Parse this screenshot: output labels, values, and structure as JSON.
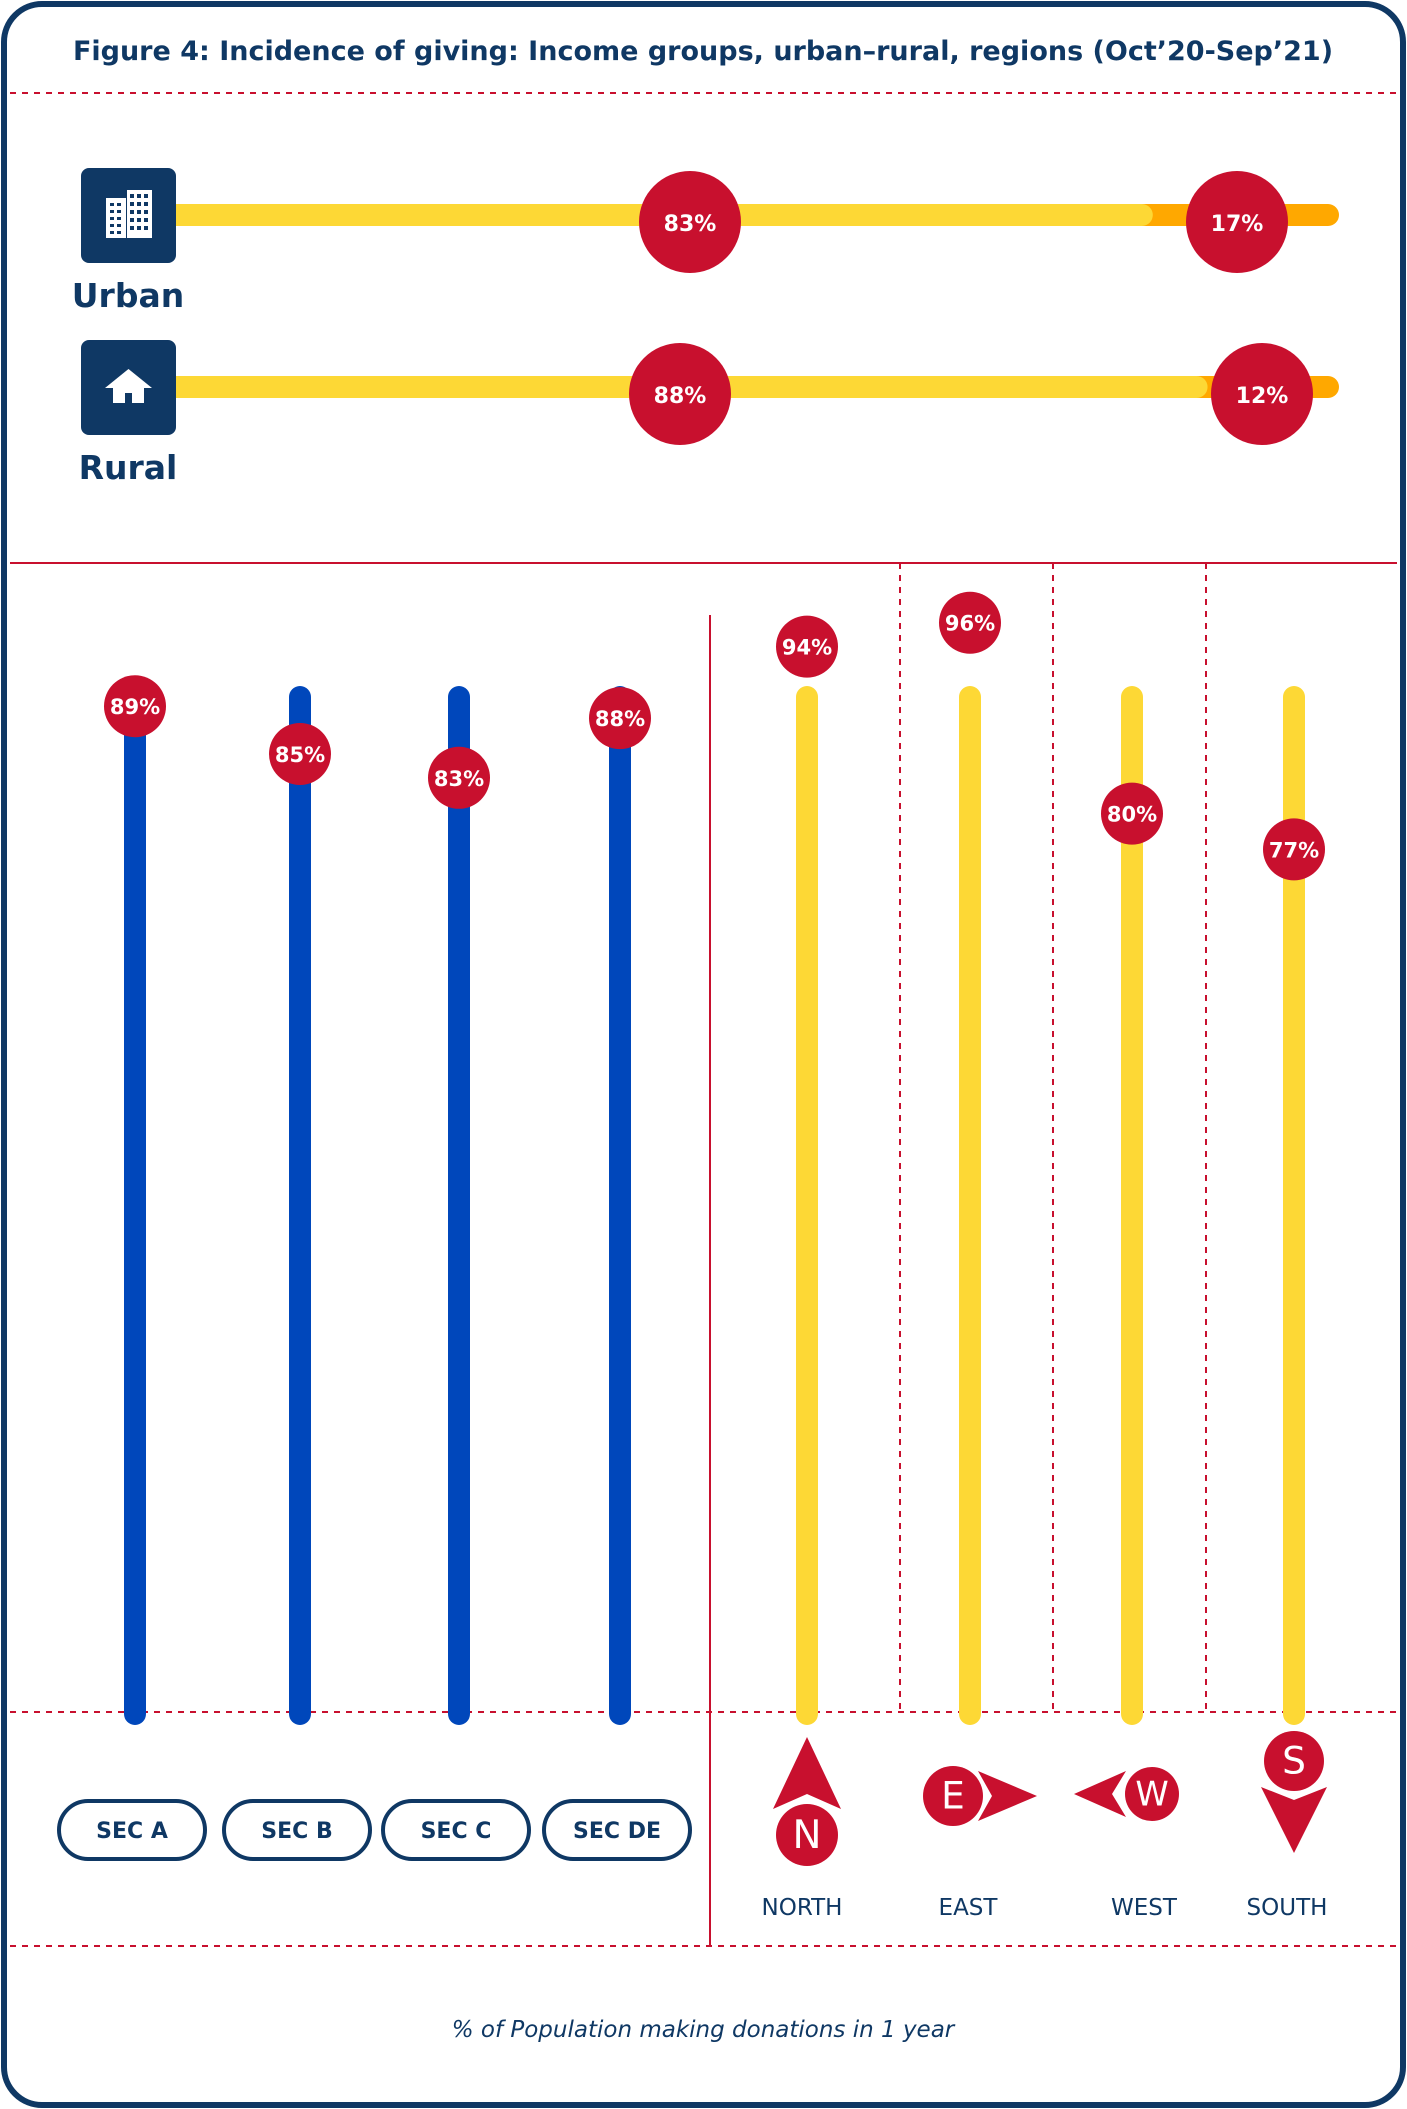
{
  "title": "Figure 4: Incidence of giving: Income groups, urban–rural, regions (Oct’20-Sep’21)",
  "footnote": "% of Population making donations in 1 year",
  "colors": {
    "navy": "#0f3864",
    "red": "#c8102e",
    "yellow": "#fdd835",
    "orange": "#ffa800",
    "blue": "#0047bb",
    "white": "#ffffff"
  },
  "chart_data": [
    {
      "type": "bar",
      "orientation": "horizontal-stacked",
      "categories": [
        "Urban",
        "Rural"
      ],
      "icons": [
        "building-icon",
        "house-icon"
      ],
      "series": [
        {
          "values": [
            83,
            88
          ],
          "labels": [
            "83%",
            "88%"
          ]
        },
        {
          "values": [
            17,
            12
          ],
          "labels": [
            "17%",
            "12%"
          ]
        }
      ]
    },
    {
      "type": "bar",
      "orientation": "vertical",
      "categories": [
        "SEC A",
        "SEC B",
        "SEC C",
        "SEC DE"
      ],
      "values": [
        89,
        85,
        83,
        88
      ],
      "labels": [
        "89%",
        "85%",
        "83%",
        "88%"
      ]
    },
    {
      "type": "bar",
      "orientation": "vertical",
      "categories": [
        "NORTH",
        "EAST",
        "WEST",
        "SOUTH"
      ],
      "compass_letters": [
        "N",
        "E",
        "W",
        "S"
      ],
      "values": [
        94,
        96,
        80,
        77
      ],
      "labels": [
        "94%",
        "96%",
        "80%",
        "77%"
      ]
    }
  ]
}
